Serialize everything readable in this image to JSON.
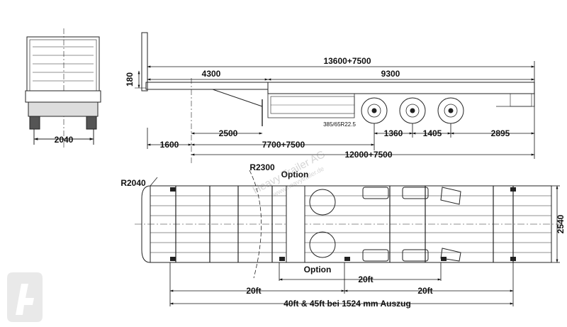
{
  "side_view": {
    "overall_length": "13600+7500",
    "gooseneck_length": "4300",
    "deck_length": "9300",
    "height": "180",
    "tire_label": "385/65R22.5",
    "kingpin_to_leg": "2500",
    "front_overhang": "1600",
    "axle_spacing_1": "1360",
    "axle_spacing_2": "1405",
    "rear_overhang": "2895",
    "kingpin_to_axle": "7700+7500",
    "kingpin_to_rear": "12000+7500"
  },
  "rear_view": {
    "axle_width": "2040"
  },
  "top_view": {
    "front_radius": "R2040",
    "swing_radius": "R2300",
    "option_top": "Option",
    "option_bottom": "Option",
    "width": "2540",
    "container_20ft_center": "20ft",
    "container_20ft_left": "20ft",
    "container_20ft_right": "20ft",
    "extension_note": "40ft & 45ft bei 1524 mm Auszug"
  },
  "watermark": {
    "line1": "Heavy Trailer AG",
    "line2": "www.heavytrailer.de"
  }
}
